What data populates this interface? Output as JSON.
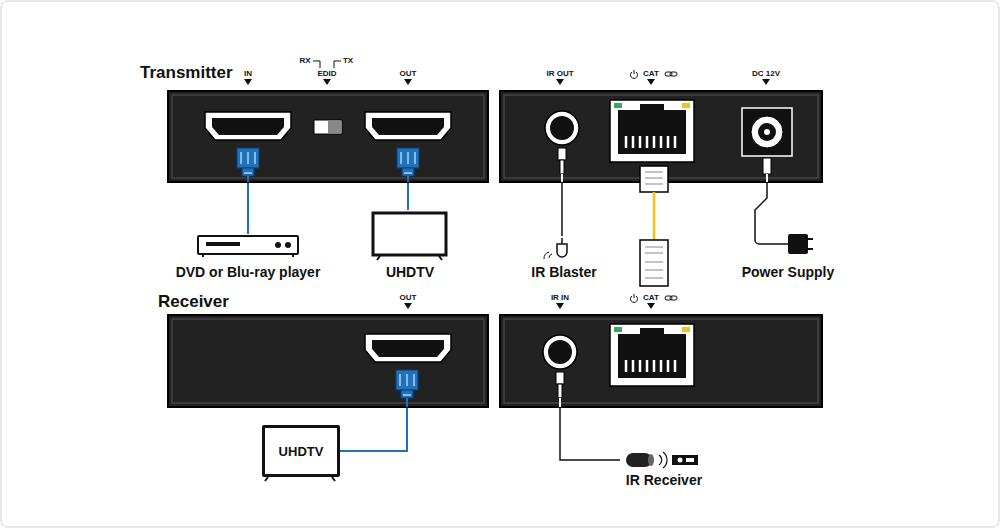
{
  "diagram": {
    "nodes": [
      {
        "text": [
          "Transmitter",
          "IN",
          "RX",
          "EDID",
          "TX",
          "OUT"
        ]
      },
      {
        "text": [
          "IR OUT",
          "CAT",
          "DC 12V"
        ]
      },
      {
        "text": [
          "DVD or Blu-ray player"
        ]
      },
      {
        "text": [
          "UHDTV"
        ]
      },
      {
        "text": [
          "IR Blaster"
        ]
      },
      {
        "text": [
          "Power Supply"
        ]
      },
      {
        "text": [
          "Receiver",
          "OUT"
        ]
      },
      {
        "text": [
          "IR IN",
          "CAT"
        ]
      },
      {
        "text": [
          "UHDTV"
        ]
      },
      {
        "text": [
          "IR Receiver"
        ]
      }
    ],
    "edges": [
      {
        "from": 0,
        "to": 2,
        "arrow": "none"
      },
      {
        "from": 0,
        "to": 3,
        "arrow": "none"
      },
      {
        "from": 1,
        "to": 4,
        "arrow": "none"
      },
      {
        "from": 1,
        "to": 5,
        "arrow": "none"
      },
      {
        "from": 6,
        "to": 8,
        "arrow": "none"
      },
      {
        "from": 7,
        "to": 9,
        "arrow": "none"
      }
    ]
  }
}
